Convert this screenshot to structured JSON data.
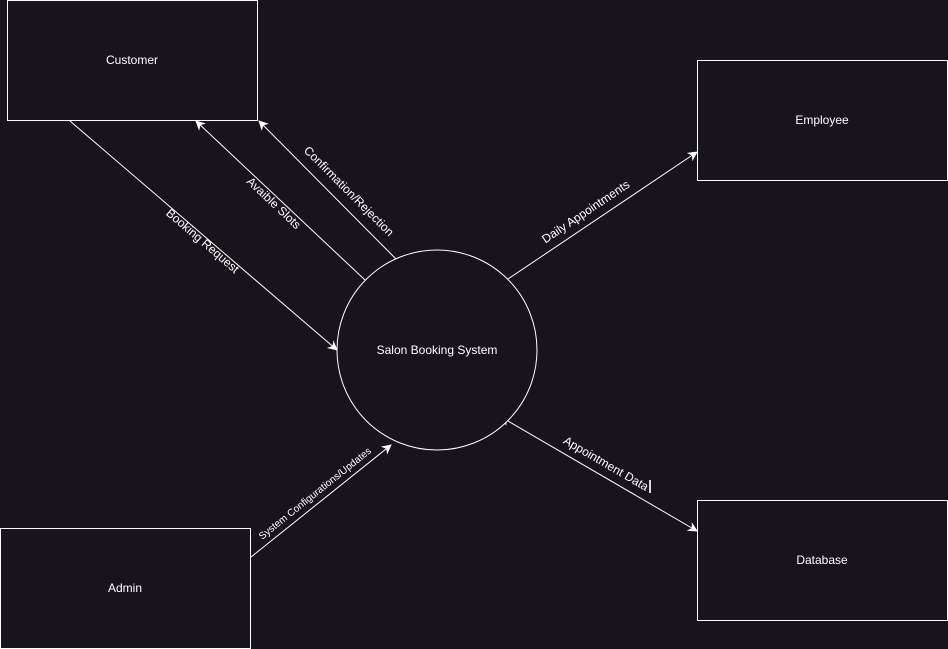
{
  "colors": {
    "background": "#18141b",
    "stroke": "#ffffff",
    "text": "#ffffff"
  },
  "entities": {
    "customer": "Customer",
    "employee": "Employee",
    "admin": "Admin",
    "database": "Database"
  },
  "process": {
    "label": "Salon Booking System"
  },
  "flows": {
    "booking_request": "Booking Request",
    "available_slots": "Avaible Slots",
    "confirmation": "Confirmation/Rejection",
    "daily_appointments": "Daily Appointments",
    "system_config": "System Configurations/Updates",
    "appointment_data": "Appointment Data"
  }
}
